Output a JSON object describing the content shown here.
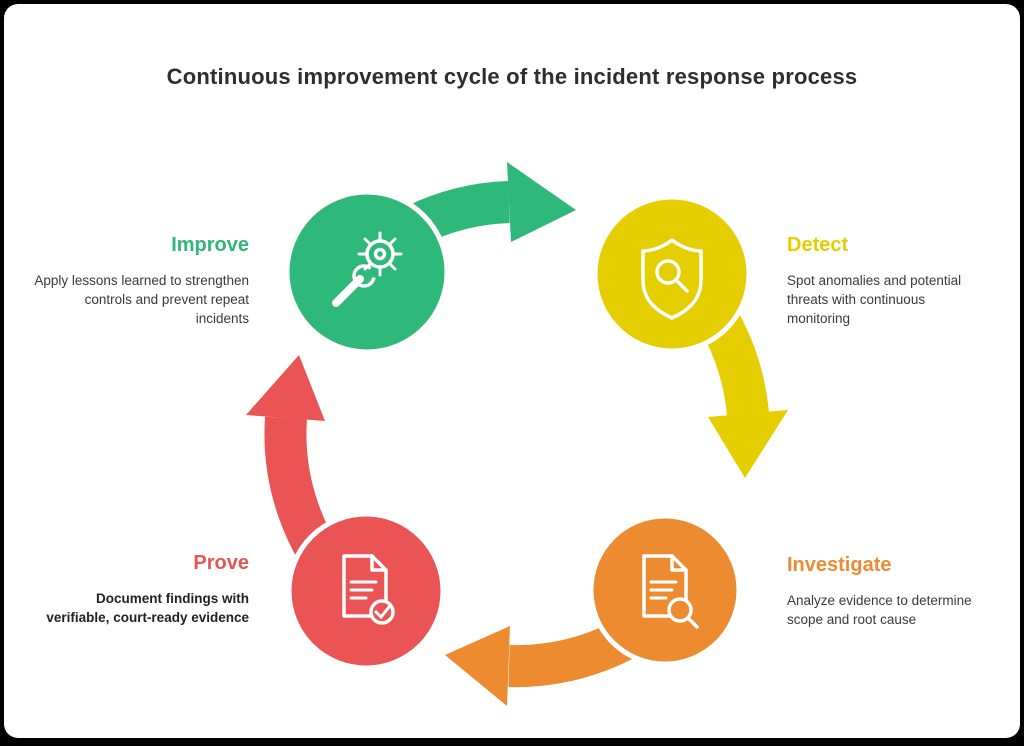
{
  "title": "Continuous improvement cycle of the incident response process",
  "colors": {
    "improve": "#2eb87a",
    "detect": "#e5ce00",
    "investigate": "#ed8b31",
    "prove": "#ea5455",
    "title_text": "#2e2e2e",
    "body_text": "#3a3a3a",
    "background": "#ffffff",
    "frame": "#000000"
  },
  "steps": [
    {
      "id": "improve",
      "label": "Improve",
      "side": "left",
      "icon": "wrench-gear-icon",
      "description": "Apply lessons learned to strengthen controls and prevent repeat incidents"
    },
    {
      "id": "detect",
      "label": "Detect",
      "side": "right",
      "icon": "shield-search-icon",
      "description": "Spot anomalies and potential threats with continuous monitoring"
    },
    {
      "id": "investigate",
      "label": "Investigate",
      "side": "right",
      "icon": "document-search-icon",
      "description": "Analyze evidence to determine scope and root cause"
    },
    {
      "id": "prove",
      "label": "Prove",
      "side": "left",
      "icon": "document-check-icon",
      "description": "Document findings with verifiable, court-ready evidence"
    }
  ]
}
